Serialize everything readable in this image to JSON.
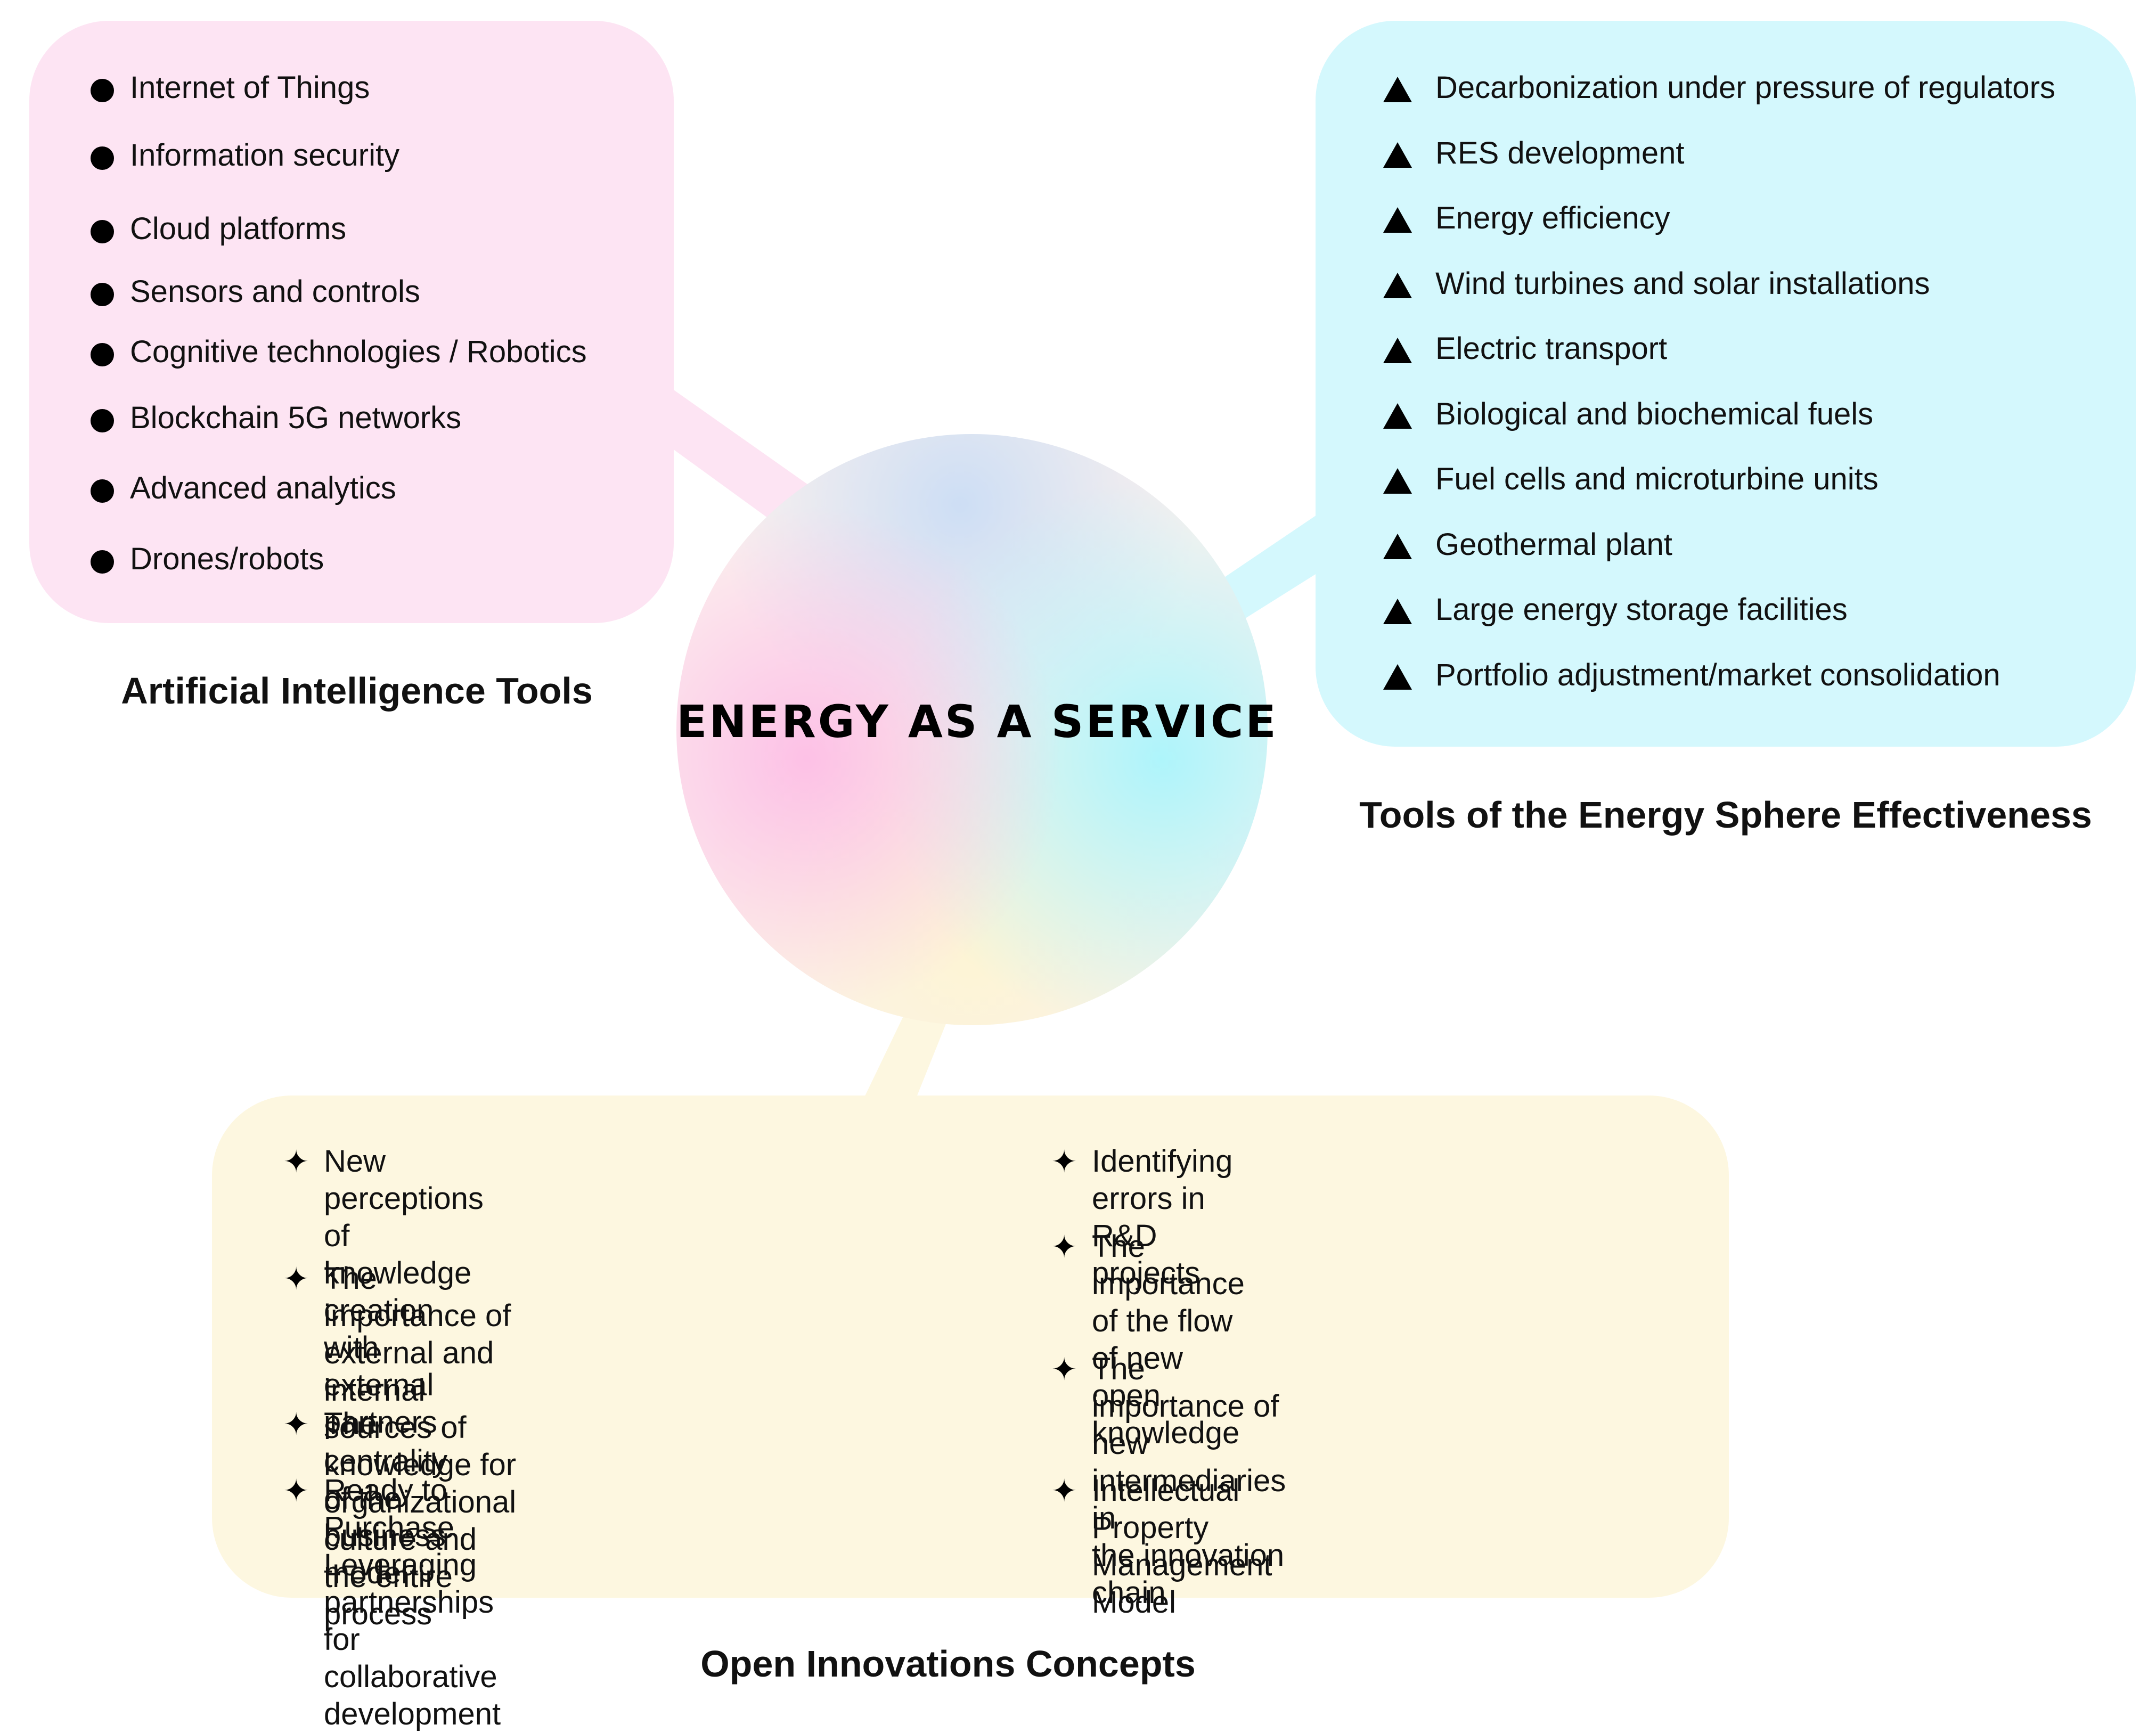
{
  "colors": {
    "ai_box": "#fde4f3",
    "energy_box": "#d4f8fd",
    "open_box": "#fdf7e0",
    "text": "#111111"
  },
  "center": {
    "title": "ENERGY AS A SERVICE"
  },
  "ai_tools": {
    "title": "Artificial Intelligence Tools",
    "marker_icon": "dot-icon",
    "items": [
      "Internet of Things",
      "Information security",
      "Cloud platforms",
      "Sensors and controls",
      "Cognitive technologies / Robotics",
      "Blockchain 5G networks",
      "Advanced analytics",
      "Drones/robots"
    ]
  },
  "energy_tools": {
    "title": "Tools of the Energy Sphere Effectiveness",
    "marker_icon": "triangle-icon",
    "items": [
      "Decarbonization under pressure of regulators",
      "RES development",
      "Energy efficiency",
      "Wind turbines and solar installations",
      "Electric transport",
      "Biological and biochemical fuels",
      "Fuel cells and microturbine units",
      "Geothermal plant",
      "Large energy storage facilities",
      "Portfolio adjustment/market consolidation"
    ]
  },
  "open_innovations": {
    "title": "Open Innovations Concepts",
    "marker_icon": "star-icon",
    "marker_glyph": "✦",
    "left_items": [
      "New perceptions of knowledge creation\nwith external partners",
      "The importance of external and internal\nsources of knowledge for organizational\nculture and the entire process",
      "The centrality of the business model",
      "Ready to Purchase Leveraging partnerships\nfor collaborative development"
    ],
    "right_items": [
      "Identifying errors in R&D projects",
      "The importance of the flow of new\nopen knowledge",
      "The importance of new intermediaries in\nthe innovation chain",
      "Intellectual Property Management Model"
    ]
  }
}
